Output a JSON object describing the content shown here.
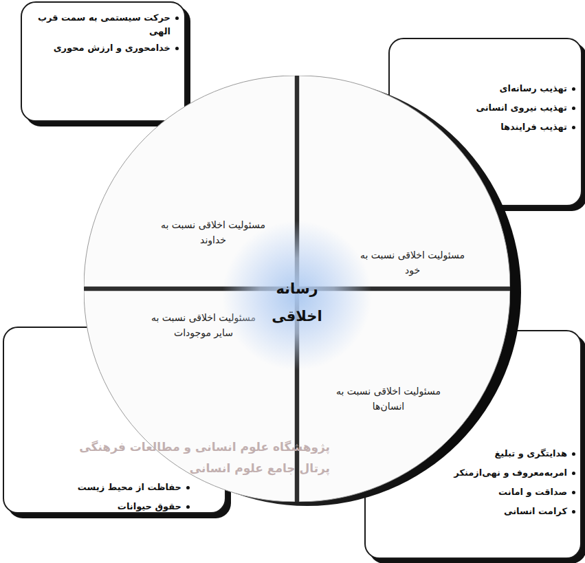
{
  "diagram": {
    "nodes": [
      {
        "text": [
          "رسانه اخلاقی"
        ]
      },
      {
        "text": [
          "مسئولیت اخلاقی نسبت به خود"
        ],
        "in": 0
      },
      {
        "text": [
          "مسئولیت اخلاقی نسبت به خداوند"
        ],
        "in": 0
      },
      {
        "text": [
          "مسئولیت اخلاقی نسبت به انسان‌ها"
        ],
        "in": 0
      },
      {
        "text": [
          "مسئولیت اخلاقی نسبت به سایر موجودات"
        ],
        "in": 0
      },
      {
        "text": [
          "تهذیب رسانه‌ای",
          "تهذیب نیروی انسانی",
          "تهذیب فرایندها"
        ]
      },
      {
        "text": [
          "حرکت سیستمی به سمت قرب الهی",
          "خدامحوری و ارزش محوری"
        ]
      },
      {
        "text": [
          "هدایتگری و تبلیغ",
          "امربه‌معروف و نهی‌ازمنکر",
          "صداقت و امانت",
          "کرامت انسانی"
        ]
      },
      {
        "text": [
          "حفاظت از محیط زیست",
          "حقوق حیوانات"
        ]
      }
    ],
    "labels": [
      "پژوهشگاه علوم انسانی و مطالعات فرهنگی",
      "پرتال جامع علوم انسانی"
    ]
  }
}
